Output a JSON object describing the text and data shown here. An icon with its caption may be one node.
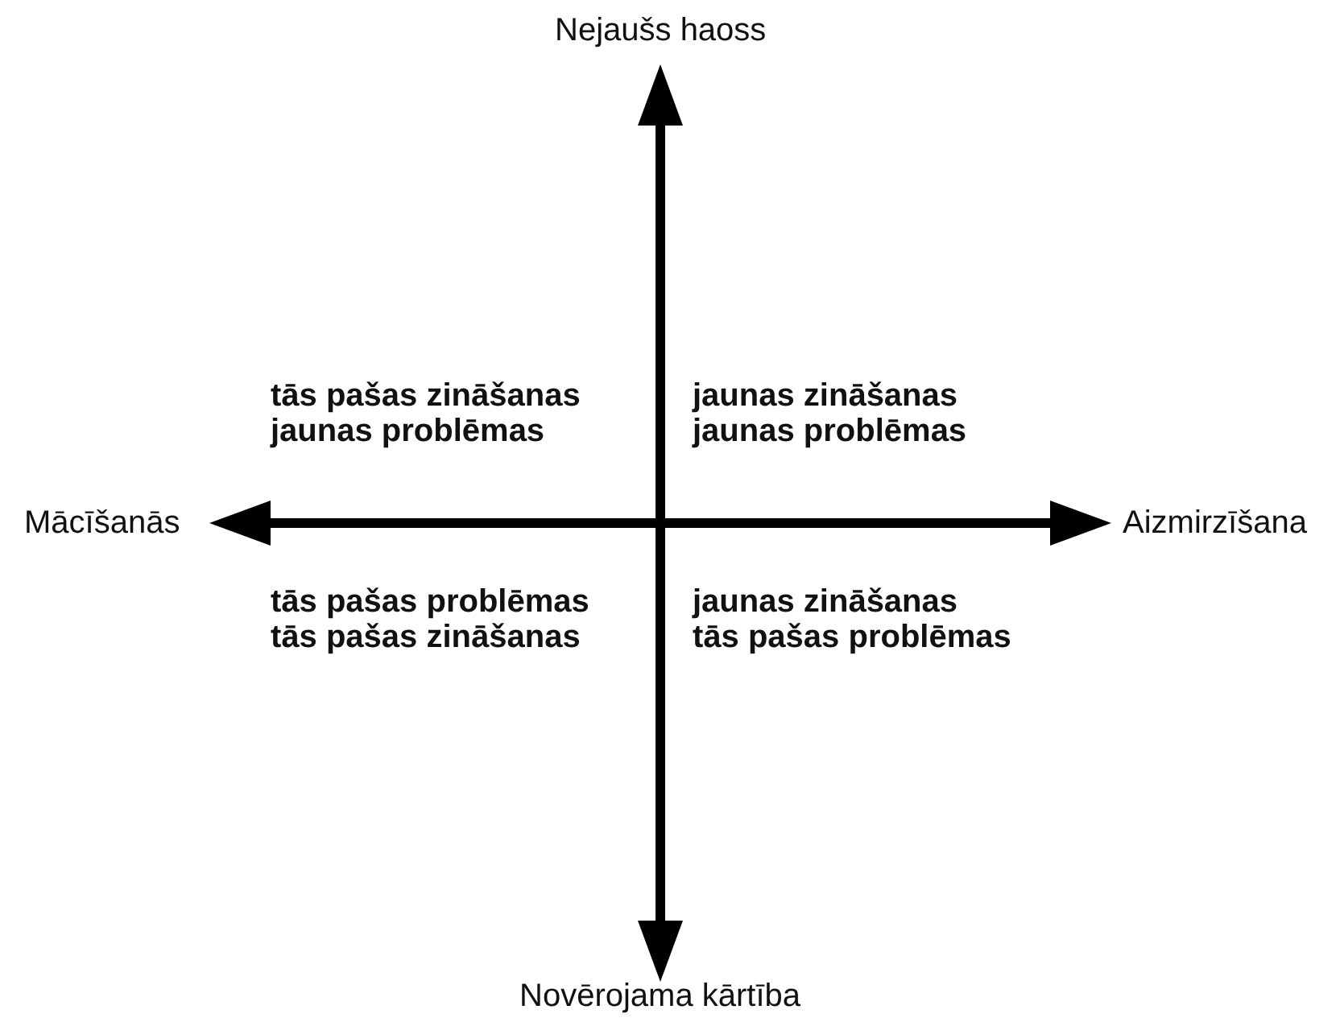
{
  "diagram": {
    "labels": [
      "Nejaušs haoss",
      "tās pašas zināšanas jaunas problēmas",
      "jaunas zināšanas jaunas problēmas",
      "Mācīšanās",
      "Aizmirzīšana",
      "tās pašas problēmas tās pašas zināšanas",
      "jaunas zināšanas tās pašas problēmas",
      "Novērojama kārtība"
    ]
  }
}
